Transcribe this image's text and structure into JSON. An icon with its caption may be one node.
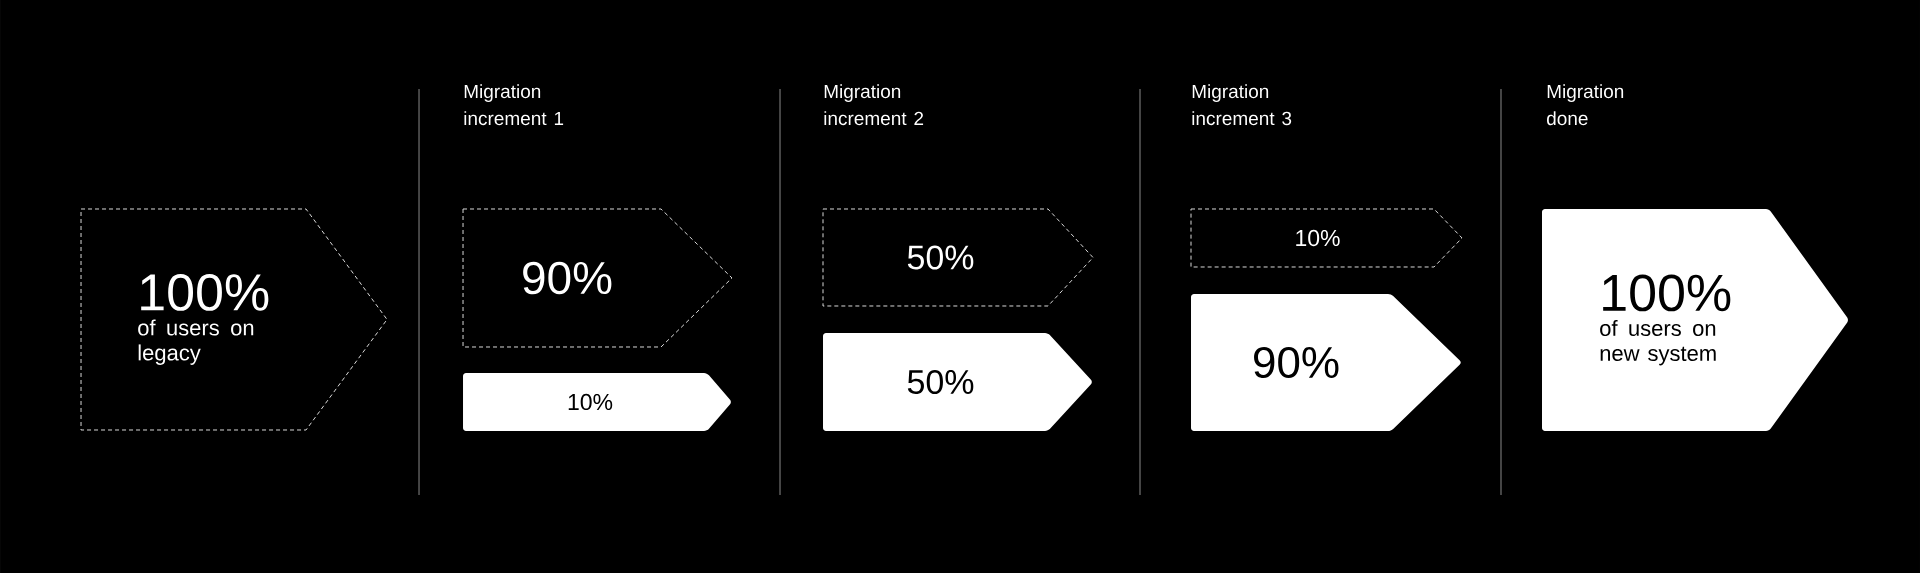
{
  "diagram": {
    "nodes": [
      {
        "text": [
          "100%",
          "of users on legacy"
        ]
      },
      {
        "text": [
          "90%"
        ]
      },
      {
        "text": [
          "10%"
        ]
      },
      {
        "text": [
          "50%"
        ]
      },
      {
        "text": [
          "50%"
        ]
      },
      {
        "text": [
          "10%"
        ]
      },
      {
        "text": [
          "90%"
        ]
      },
      {
        "text": [
          "100%",
          "of users on new system"
        ]
      }
    ],
    "labels": [
      "Migration increment 1",
      "Migration increment 2",
      "Migration increment 3",
      "Migration done"
    ]
  }
}
